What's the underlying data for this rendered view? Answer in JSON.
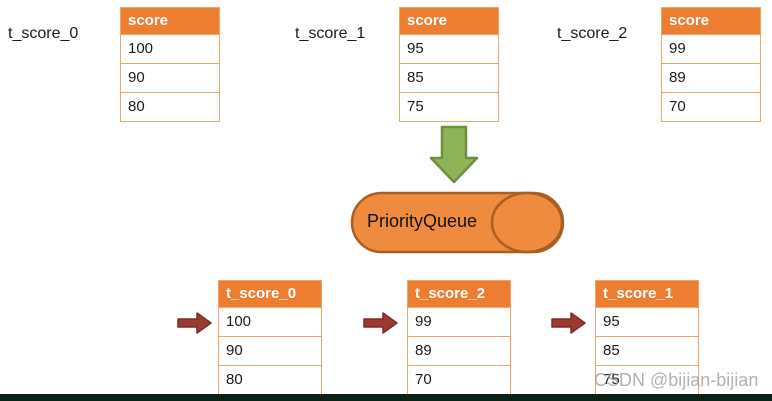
{
  "diagram": {
    "title_hint": "merging sorted score tables through a priority queue",
    "watermark": "CSDN @bijian-bijian",
    "queue": {
      "label": "PriorityQueue"
    },
    "top_tables": [
      {
        "label": "t_score_0",
        "header": "score",
        "rows": [
          "100",
          "90",
          "80"
        ]
      },
      {
        "label": "t_score_1",
        "header": "score",
        "rows": [
          "95",
          "85",
          "75"
        ]
      },
      {
        "label": "t_score_2",
        "header": "score",
        "rows": [
          "99",
          "89",
          "70"
        ]
      }
    ],
    "bottom_tables": [
      {
        "header": "t_score_0",
        "rows": [
          "100",
          "90",
          "80"
        ]
      },
      {
        "header": "t_score_2",
        "rows": [
          "99",
          "89",
          "70"
        ]
      },
      {
        "header": "t_score_1",
        "rows": [
          "95",
          "85",
          "75"
        ]
      }
    ],
    "icons": {
      "flow_arrow": "down-arrow",
      "pointer_arrow": "right-arrow"
    },
    "colors": {
      "table_header_orange": "#ED7D31",
      "table_border_orange": "#F0A468",
      "cylinder_fill": "#EE8B3E",
      "cylinder_stroke": "#AA5E21",
      "green_arrow_fill": "#8FB457",
      "green_arrow_stroke": "#6E8F3E",
      "red_arrow_fill": "#9C3A31",
      "red_arrow_stroke": "#7D2B24",
      "bottom_bar": "#0D2017",
      "watermark_gray": "#9E9E9E"
    }
  }
}
